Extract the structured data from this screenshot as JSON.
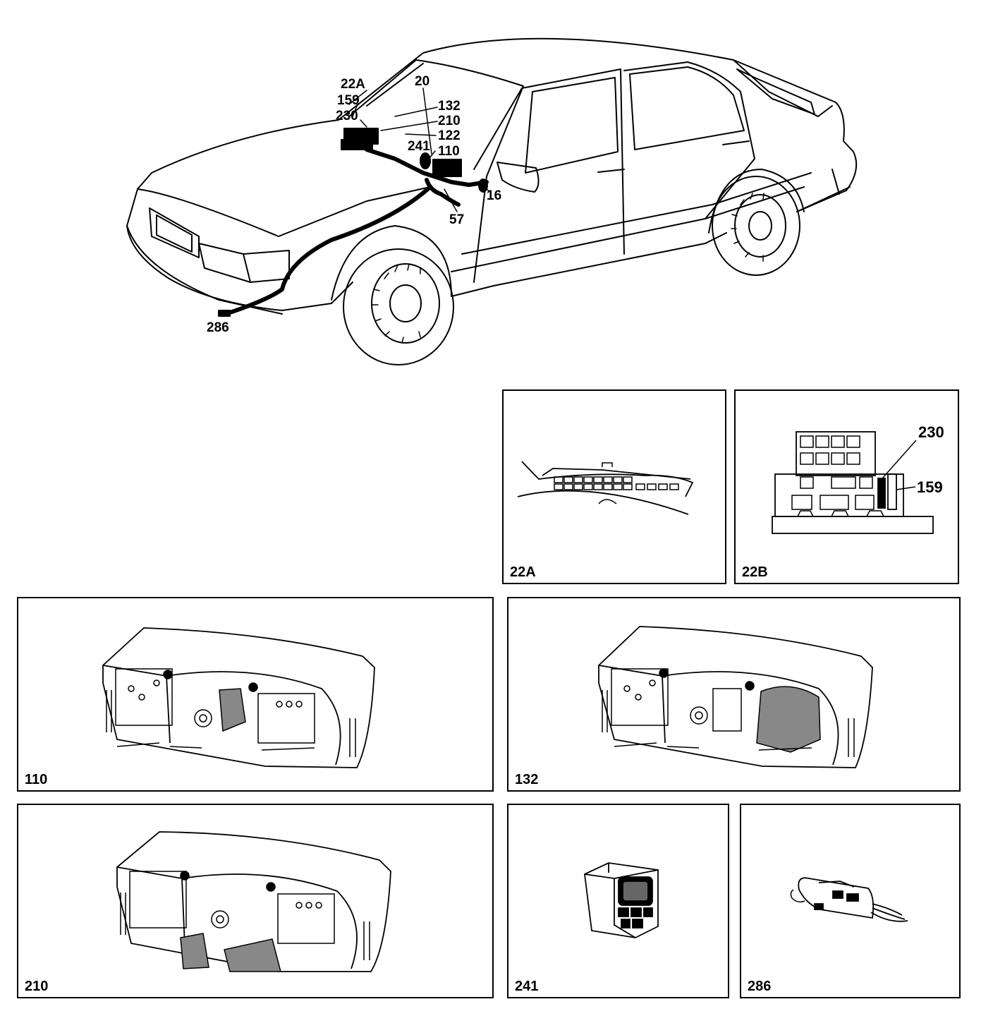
{
  "overview": {
    "callouts": {
      "c22a": "22A",
      "c159": "159",
      "c230": "230",
      "c20": "20",
      "c132": "132",
      "c210": "210",
      "c122": "122",
      "c241": "241",
      "c110": "110",
      "c16": "16",
      "c57": "57",
      "c286": "286"
    }
  },
  "panels": {
    "p22a": {
      "label": "22A"
    },
    "p22b": {
      "label": "22B",
      "callouts": {
        "c230": "230",
        "c159": "159"
      }
    },
    "p110": {
      "label": "110"
    },
    "p132": {
      "label": "132"
    },
    "p210": {
      "label": "210"
    },
    "p241": {
      "label": "241"
    },
    "p286": {
      "label": "286"
    }
  }
}
